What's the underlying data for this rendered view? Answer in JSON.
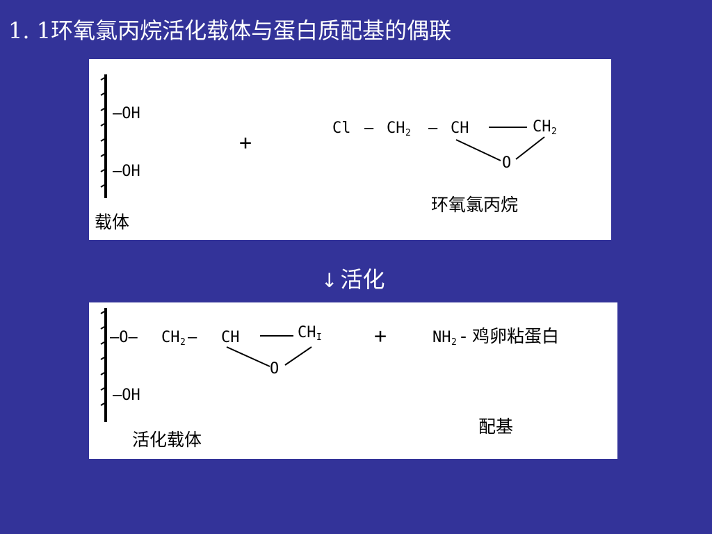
{
  "slide": {
    "title": "1. 1环氧氯丙烷活化载体与蛋白质配基的偶联",
    "activation_arrow": "↓",
    "activation_label": "活化"
  },
  "panel1": {
    "support_group_top": "—OH",
    "support_group_bottom": "—OH",
    "support_label": "载体",
    "plus": "+",
    "reagent_cl": "Cl",
    "reagent_dash1": "—",
    "reagent_ch2a": "CH",
    "reagent_sub_a": "2",
    "reagent_dash2": "—",
    "reagent_ch": "CH",
    "reagent_ch2b": "CH",
    "reagent_sub_b": "2",
    "reagent_o": "O",
    "reagent_label": "环氧氯丙烷"
  },
  "panel2": {
    "chain_o": "—O—",
    "chain_ch2": "CH",
    "chain_sub": "2",
    "chain_dash": "—",
    "chain_ch": "CH",
    "chain_ch_end": "CH",
    "chain_sub_end": "I",
    "chain_o_ring": "O",
    "support_group_bottom": "—OH",
    "support_label": "活化载体",
    "plus": "+",
    "ligand_nh": "NH",
    "ligand_sub": "2",
    "ligand_name": "- 鸡卵粘蛋白",
    "ligand_label": "配基"
  }
}
